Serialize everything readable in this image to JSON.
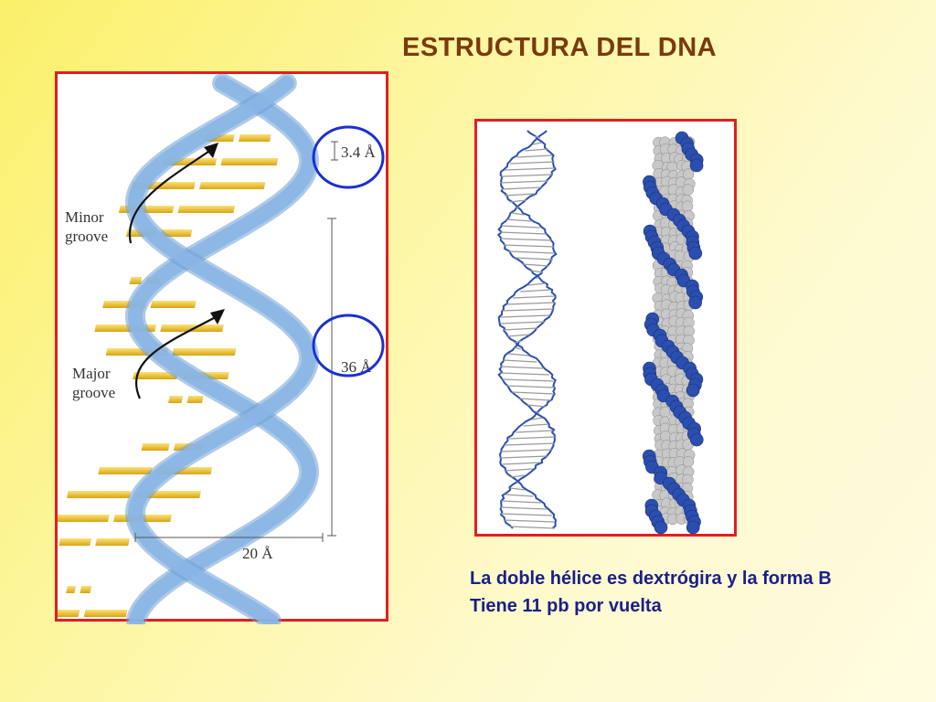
{
  "title": "ESTRUCTURA DEL DNA",
  "diagram": {
    "minor_groove_line1": "Minor",
    "minor_groove_line2": "groove",
    "major_groove_line1": "Major",
    "major_groove_line2": "groove",
    "rise_label": "3.4 Å",
    "pitch_label": "36 Å",
    "width_label": "20 Å"
  },
  "captions": {
    "line1": "La doble hélice es dextrógira y la forma B",
    "line2": "Tiene 11 pb por vuelta"
  },
  "colors": {
    "title": "#7a3a0e",
    "caption": "#1a1f8a",
    "frame": "#e21f1f",
    "highlight_circle": "#1c2fd1",
    "backbone": "#8ab6e6",
    "base_pair": "#f2c21c",
    "atom_blue": "#2b4fb0",
    "atom_gray": "#c8c8c8"
  }
}
